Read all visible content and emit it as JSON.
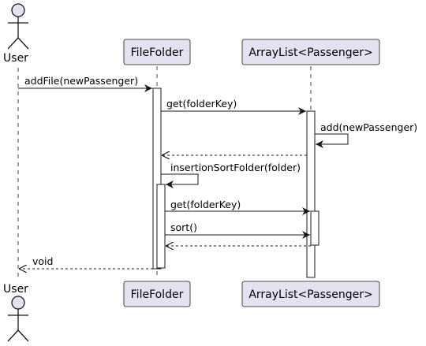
{
  "diagram": {
    "participants": {
      "user": "User",
      "filefolder": "FileFolder",
      "arraylist": "ArrayList<Passenger>"
    },
    "messages": {
      "m1": "addFile(newPassenger)",
      "m2": "get(folderKey)",
      "m3": "add(newPassenger)",
      "m4": "insertionSortFolder(folder)",
      "m5": "get(folderKey)",
      "m6": "sort()",
      "m7": "void"
    },
    "colors": {
      "participant_fill": "#E2E2F0",
      "participant_border": "#181818",
      "lifeline": "#181818",
      "activation_fill": "#FFFFFF"
    }
  }
}
